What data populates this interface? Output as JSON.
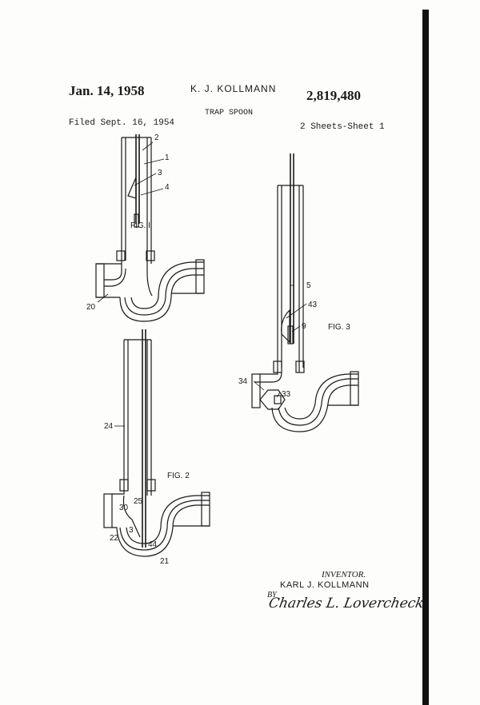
{
  "header": {
    "date": "Jan. 14, 1958",
    "inventor": "K. J. KOLLMANN",
    "patent_number": "2,819,480",
    "title": "TRAP SPOON",
    "filed": "Filed Sept. 16, 1954",
    "sheets": "2 Sheets-Sheet 1"
  },
  "figures": {
    "fig1": {
      "caption": "FIG. I",
      "labels": [
        "2",
        "1",
        "3",
        "4",
        "20"
      ]
    },
    "fig2": {
      "caption": "FIG. 2",
      "labels": [
        "24",
        "30",
        "25",
        "3",
        "22",
        "44",
        "21"
      ]
    },
    "fig3": {
      "caption": "FIG. 3",
      "labels": [
        "5",
        "43",
        "9",
        "34",
        "33"
      ]
    }
  },
  "footer": {
    "inventor_label": "INVENTOR.",
    "inventor_name": "KARL J. KOLLMANN",
    "by": "BY",
    "attorney_signature": "Charles L. Lovercheck"
  }
}
